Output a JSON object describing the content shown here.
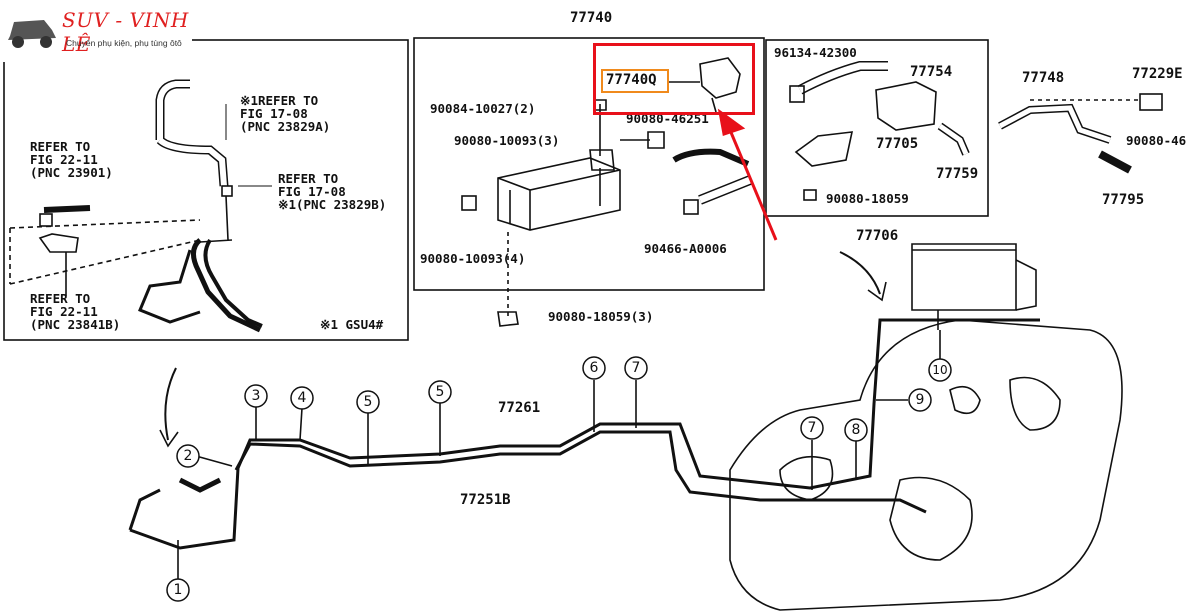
{
  "logo": {
    "title": "SUV - VINH LÊ",
    "subtitle": "Chuyên phụ kiện, phụ tùng ôtô"
  },
  "left_box": {
    "refer_17_08_a": "※1REFER TO\nFIG 17-08\n(PNC 23829A)",
    "refer_22_11_a": "REFER TO\nFIG 22-11\n(PNC 23901)",
    "refer_17_08_b": "REFER TO\nFIG 17-08\n※1(PNC 23829B)",
    "refer_22_11_b": "REFER TO\nFIG 22-11\n(PNC 23841B)",
    "footnote": "※1 GSU4#"
  },
  "canister_box": {
    "header": "77740",
    "part_highlight": "77740Q",
    "p1": "90084-10027(2)",
    "p2": "90080-46251",
    "p3": "90080-10093(3)",
    "p4": "90080-10093(4)",
    "p5": "90466-A0006",
    "p6": "90080-18059(3)"
  },
  "right_box": {
    "p1": "96134-42300",
    "p2": "77754",
    "p3": "77705",
    "p4": "77759",
    "p5": "90080-18059",
    "footer": "77706"
  },
  "far_right": {
    "p1": "77748",
    "p2": "77229E",
    "p3": "90080-46",
    "p4": "77795"
  },
  "lines": {
    "upper": "77261",
    "lower": "77251B"
  },
  "callouts": [
    "1",
    "2",
    "3",
    "4",
    "5",
    "5",
    "6",
    "7",
    "7",
    "8",
    "9",
    "10"
  ],
  "colors": {
    "highlight_red": "#e8101a",
    "highlight_orange": "#f08a1c",
    "logo_red": "#e02020"
  }
}
